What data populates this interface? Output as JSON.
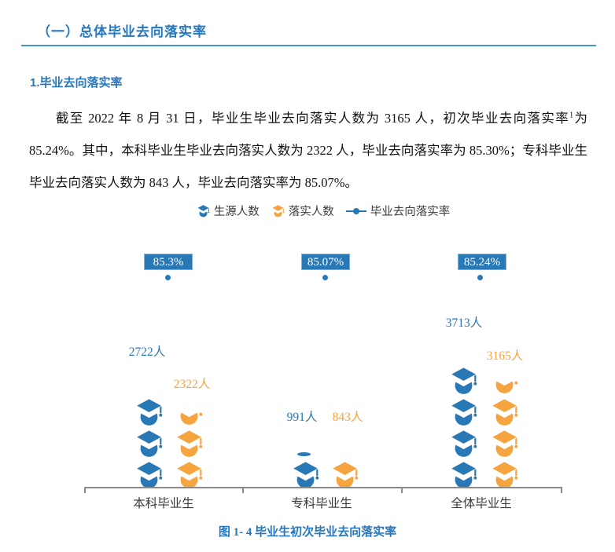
{
  "page": {
    "section_heading": "（一）总体毕业去向落实率",
    "sub_heading": "1.毕业去向落实率",
    "paragraph": {
      "part1": "截至 2022 年 8 月 31 日，毕业生毕业去向落实人数为 3165 人，初次毕业去向落实率",
      "footnote_marker": "1",
      "part2": "为 85.24%。其中，本科毕业生毕业去向落实人数为 2322 人，毕业去向落实率为 85.30%；专科毕业生毕业去向落实人数为 843 人，毕业去向落实率为 85.07%。"
    },
    "caption": "图 1- 4 毕业生初次毕业去向落实率"
  },
  "chart_data": {
    "type": "bar",
    "variant": "pictogram (graduation-cap icons, 1 cap ≈ 1000 人)",
    "title": "图 1- 4 毕业生初次毕业去向落实率",
    "categories": [
      "本科毕业生",
      "专科毕业生",
      "全体毕业生"
    ],
    "series": [
      {
        "name": "生源人数",
        "type": "pictogram-bar",
        "color": "#2878B5",
        "values": [
          2722,
          991,
          3713
        ]
      },
      {
        "name": "落实人数",
        "type": "pictogram-bar",
        "color": "#F6A440",
        "values": [
          2322,
          843,
          3165
        ]
      },
      {
        "name": "毕业去向落实率",
        "type": "point",
        "color": "#2878B5",
        "values_percent": [
          85.3,
          85.07,
          85.24
        ]
      }
    ],
    "legend": [
      "生源人数",
      "落实人数",
      "毕业去向落实率"
    ],
    "legend_position": "top",
    "display": {
      "rates": [
        "85.3%",
        "85.07%",
        "85.24%"
      ],
      "source_labels": [
        "2722人",
        "991人",
        "3713人"
      ],
      "placed_labels": [
        "2322人",
        "843人",
        "3165人"
      ]
    },
    "colors": {
      "heading_blue": "#2577BE",
      "chart_blue": "#2878B5",
      "chart_orange": "#F6A440",
      "axis_gray": "#8A8A8A"
    }
  }
}
